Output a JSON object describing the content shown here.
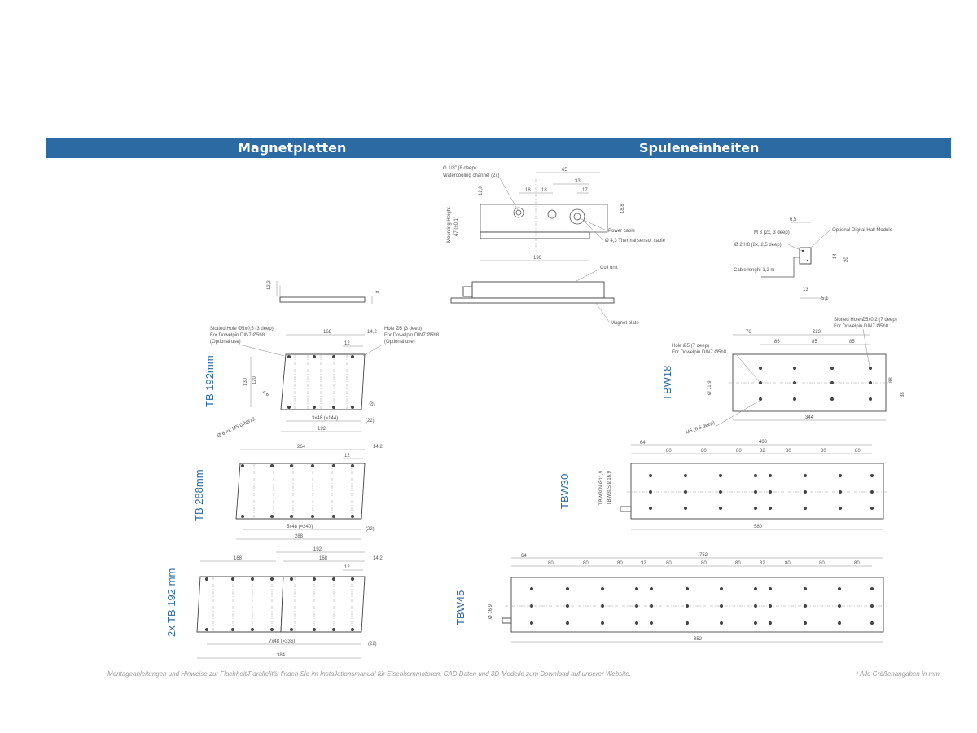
{
  "header": {
    "left": "Magnetplatten",
    "right": "Spuleneinheiten"
  },
  "labels": {
    "tb192": "TB 192mm",
    "tb288": "TB 288mm",
    "tb2x192": "2x TB 192 mm",
    "tbw18": "TBW18",
    "tbw30": "TBW30",
    "tbw45": "TBW45"
  },
  "annotations": {
    "g18": "G 1/8\"   (8 deep)",
    "watercooling": "Watercooling channel (2x)",
    "mounting_height": "Mounting Height",
    "mounting_val": "47 (±0,1)",
    "power_cable": "Power cable",
    "thermal_sensor": "Ø 4,3   Thermal sensor cable",
    "coil_unit": "Coil unit",
    "magnet_plate": "Magnet plate",
    "m3": "M 3   (2x, 3 deep)",
    "optional_hall": "Optional Digital Hall Module",
    "phi2": "Ø 2 H8   (2x, 2,5 deep)",
    "cable_length": "Cable lenght 1,2 m",
    "slotted_hole_tb": "Slotted Hole  Ø5x0,5 (3 deep)",
    "dowelpin_tb": "For Dowelpin DIN7  Ø5h8",
    "optional_use": "(Optional use)",
    "hole_tb": "Hole Ø5 (3 deep)",
    "dowelpin_tb2": "For Dowelpin DIN7  Ø5h8",
    "optional_use2": "(Optional use)",
    "phi6_m5": "Ø 6  for M5 DIN912",
    "slotted_hole_tbw": "Slotted Hole  Ø5x0,2 (7 deep)",
    "dowelpin_tbw": "For Dowelpin DIN7  Ø5h8",
    "hole_tbw": "Hole Ø5 (7 deep)",
    "dowelpin_tbw2": "For Dowelpin DIN7  Ø5h8",
    "m5_tbw": "M5 (6,5 deep)",
    "tbw30_phi": "TBW30N Ø11,9",
    "tbw30_phi2": "TBW30S Ø16,9",
    "tbw18_phi": "Ø 11,9",
    "tbw45_phi": "Ø 16,9"
  },
  "dims": {
    "d65": "65",
    "d33": "33",
    "d18a": "18",
    "d18b": "18",
    "d17": "17",
    "d128": "12,8",
    "d188": "18,8",
    "d130": "130",
    "d122": "12,2",
    "d8": "8",
    "d65b": "6,5",
    "d14": "14",
    "d20": "20",
    "d13": "13",
    "d51": "5,1",
    "d168": "168",
    "d142": "14,2",
    "d12": "12",
    "d130b": "130",
    "d120": "120",
    "d46": "4,6",
    "d3x48": "3x48 (=144)",
    "d192": "192",
    "d22": "(22)",
    "d45deg": "45°",
    "d264": "264",
    "d5x48": "5x48 (=240)",
    "d288": "288",
    "d192b": "192",
    "d168b": "168",
    "d168c": "168",
    "d7x48": "7x48 (=336)",
    "d384": "384",
    "d76": "76",
    "d223": "223",
    "d85a": "85",
    "d85b": "85",
    "d85c": "85",
    "d344": "344",
    "d480": "480",
    "d64": "64",
    "d80": "80",
    "d32": "32",
    "d580": "580",
    "d752": "752",
    "d852": "852",
    "d88": "88",
    "d38": "38"
  },
  "footer": {
    "left": "Montageanleitungen und Hinweise zur Flachheit/Parallelität finden Sie im Installationsmanual für Eisenkernmotoren, CAD Daten und 3D-Modelle zum Download auf unserer Website.",
    "right": "* Alle Größenangaben in mm"
  },
  "colors": {
    "accent": "#2b6aa3"
  }
}
